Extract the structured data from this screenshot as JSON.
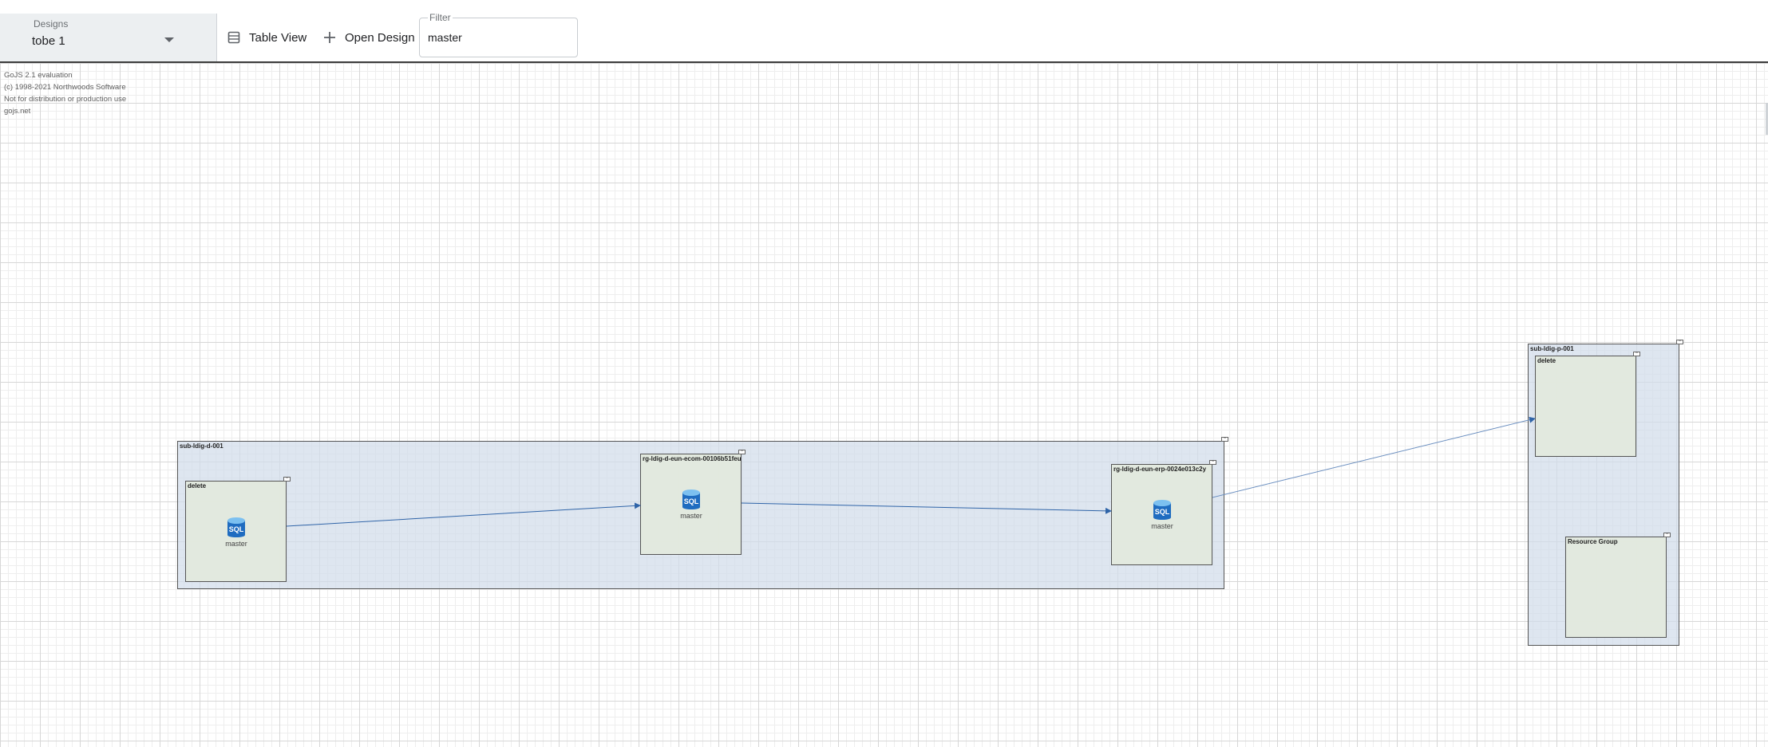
{
  "toolbar": {
    "designs_label": "Designs",
    "designs_value": "tobe 1",
    "table_view_label": "Table View",
    "open_design_label": "Open Design",
    "filter_label": "Filter",
    "filter_value": "master"
  },
  "watermark": [
    "GoJS 2.1 evaluation",
    "(c) 1998-2021 Northwoods Software",
    "Not for distribution or production use",
    "gojs.net"
  ],
  "diagram": {
    "sub_dev": {
      "label": "sub-ldig-d-001",
      "collapse": "−"
    },
    "sub_prod": {
      "label": "sub-ldig-p-001",
      "collapse": "−"
    },
    "rg_delete_dev": {
      "label": "delete",
      "collapse": "−"
    },
    "rg_ecom": {
      "label": "rg-ldig-d-eun-ecom-00106b51feu",
      "collapse": "−"
    },
    "rg_erp": {
      "label": "rg-ldig-d-eun-erp-0024e013c2y",
      "collapse": "−"
    },
    "rg_delete_prod": {
      "label": "delete",
      "collapse": "−"
    },
    "rg_resource": {
      "label": "Resource Group",
      "collapse": "−"
    },
    "nodes": [
      {
        "icon": "sql-database-icon",
        "badge": "SQL",
        "label": "master"
      },
      {
        "icon": "sql-database-icon",
        "badge": "SQL",
        "label": "master"
      },
      {
        "icon": "sql-database-icon",
        "badge": "SQL",
        "label": "master"
      }
    ]
  },
  "colors": {
    "subscription_fill": "#d1dcea",
    "resource_group_fill": "#e2e9de",
    "link": "#2f64a8",
    "sql_icon": "#1f6cc0"
  }
}
